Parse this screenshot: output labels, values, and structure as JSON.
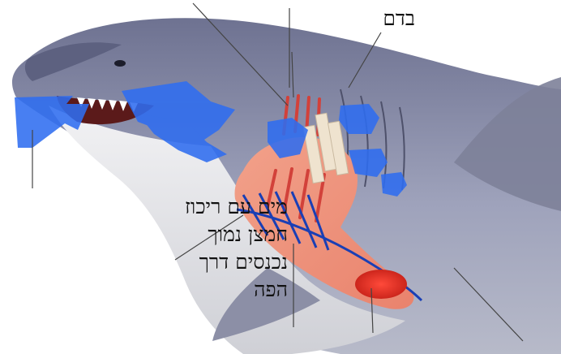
{
  "labels": {
    "blood": "בדם",
    "water_lines": [
      "מים עם ריכוז",
      "חמצן נמוך",
      "נכנסים דרך",
      "הפה"
    ]
  },
  "colors": {
    "water_in": "#2f6df0",
    "shark_body": "#8f93ad",
    "shark_belly": "#e3e3e6",
    "gills": "#e8927a",
    "veins": "#1a3fb5",
    "arteries": "#d9302a"
  },
  "icons": {
    "shark": "shark-illustration",
    "water_arrow": "water-flow-arrow",
    "gill_section": "gill-cutaway"
  }
}
